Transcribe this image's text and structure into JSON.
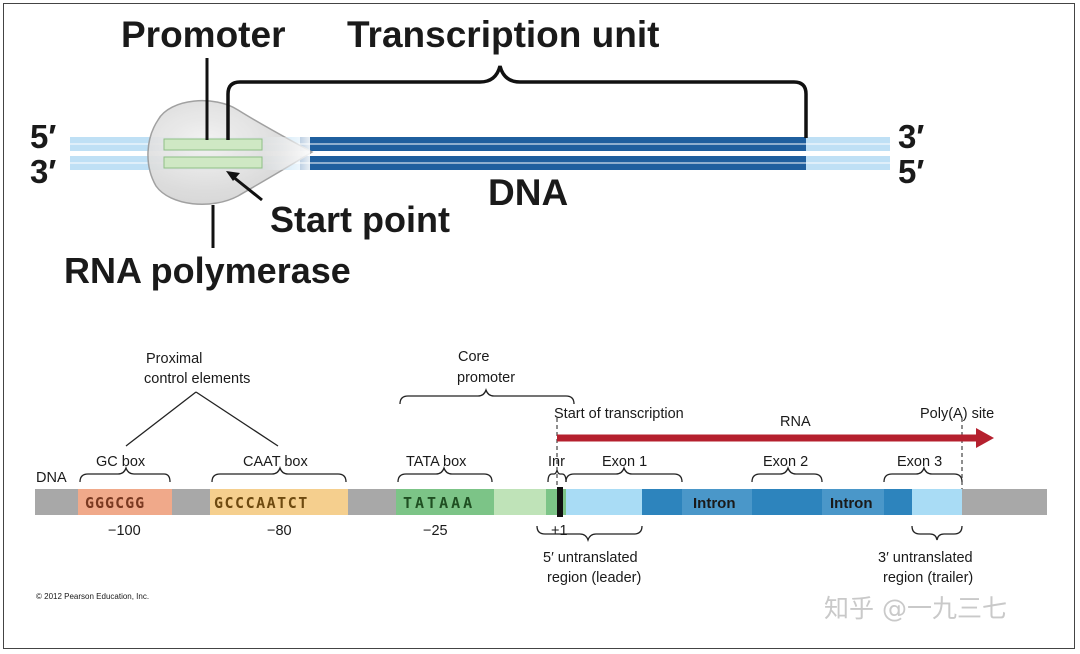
{
  "top": {
    "promoter_label": "Promoter",
    "unit_label": "Transcription unit",
    "strand_top_left": "5′",
    "strand_bottom_left": "3′",
    "strand_top_right": "3′",
    "strand_bottom_right": "5′",
    "dna_label": "DNA",
    "start_label": "Start point",
    "polymerase_label": "RNA polymerase"
  },
  "bottom": {
    "proximal_label_line1": "Proximal",
    "proximal_label_line2": "control elements",
    "core_label_line1": "Core",
    "core_label_line2": "promoter",
    "start_tx_label": "Start of transcription",
    "rna_label": "RNA",
    "polya_label": "Poly(A) site",
    "dna_label": "DNA",
    "gc_box_label": "GC box",
    "caat_box_label": "CAAT box",
    "tata_box_label": "TATA box",
    "inr_label": "Inr",
    "exon1_label": "Exon 1",
    "exon2_label": "Exon 2",
    "exon3_label": "Exon 3",
    "gc_seq": "GGGCGG",
    "caat_seq": "GCCCAATCT",
    "tata_seq": "TATAAA",
    "intron1_label": "Intron",
    "intron2_label": "Intron",
    "gc_pos": "−100",
    "caat_pos": "−80",
    "tata_pos": "−25",
    "start_pos": "+1",
    "utr5_line1": "5′ untranslated",
    "utr5_line2": "region (leader)",
    "utr3_line1": "3′ untranslated",
    "utr3_line2": "region (trailer)"
  },
  "copyright": "© 2012 Pearson Education, Inc.",
  "watermark": "知乎 @一九三七",
  "colors": {
    "dna_dark": "#1f5f9e",
    "dna_light": "#bfe0f5",
    "rna_arrow": "#b5202e",
    "gc_box": "#f0a98a",
    "caat_box": "#f5cf8e",
    "tata_box": "#7cc487",
    "core_region": "#bfe3b8",
    "exon": "#a9dcf5",
    "intron": "#2d84bd",
    "dna_gray": "#a8a8a8"
  }
}
